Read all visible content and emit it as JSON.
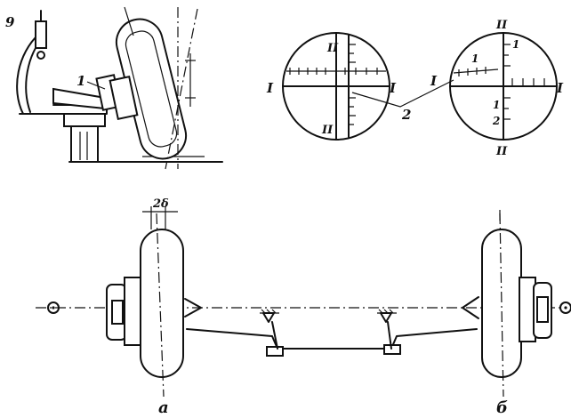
{
  "labels": {
    "n9": "9",
    "n1": "1",
    "n2": "2",
    "roman1": "I",
    "roman2": "II",
    "arabic1": "1",
    "arabic2": "2",
    "gap": "2δ",
    "view_a": "а",
    "view_b": "б"
  }
}
